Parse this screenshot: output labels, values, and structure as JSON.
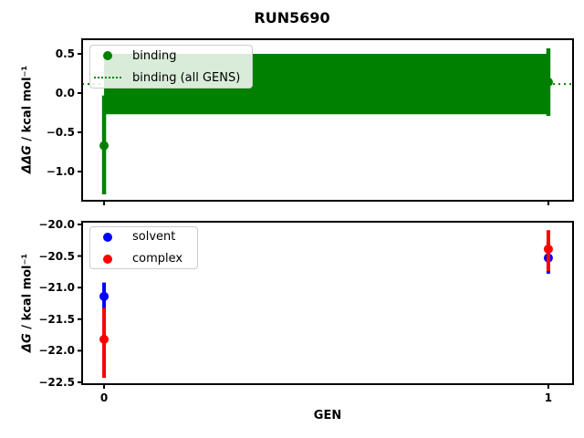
{
  "title": "RUN5690",
  "chart_data": [
    {
      "type": "scatter",
      "id": "ddg-vs-gen",
      "ylabel": "ΔΔG / kcal mol⁻¹",
      "ylabel_math": "ΔΔG",
      "ylabel_rest": " / kcal mol⁻¹",
      "ylim": [
        -1.372,
        0.686
      ],
      "xlim": [
        -0.0494,
        1.0556
      ],
      "yticks": [
        0.5,
        0.0,
        -0.5,
        -1.0
      ],
      "ytick_labels": [
        "0.5",
        "0.0",
        "−0.5",
        "−1.0"
      ],
      "xticks": [
        0,
        1
      ],
      "xtick_labels": [],
      "grid": false,
      "legend": {
        "position": "upper-left",
        "entries": [
          {
            "label": "binding",
            "marker": "dot",
            "color": "#008000"
          },
          {
            "label": "binding (all GENS)",
            "marker": "dotted-line",
            "color": "#008000"
          }
        ]
      },
      "series": [
        {
          "name": "binding",
          "type": "errorbar-scatter",
          "color": "#008000",
          "x": [
            0,
            1
          ],
          "y": [
            -0.67,
            0.14
          ],
          "err_low": [
            -1.29,
            -0.29
          ],
          "err_high": [
            -0.03,
            0.57
          ]
        },
        {
          "name": "binding (all GENS)",
          "type": "hline-band",
          "color": "#008000",
          "line_value": 0.115,
          "band": [
            -0.27,
            0.5
          ],
          "band_x": [
            0,
            1
          ]
        }
      ]
    },
    {
      "type": "scatter",
      "id": "dg-vs-gen",
      "ylabel": "ΔG / kcal mol⁻¹",
      "ylabel_math": "ΔG",
      "ylabel_rest": " / kcal mol⁻¹",
      "xlabel": "GEN",
      "ylim": [
        -22.53,
        -19.957
      ],
      "xlim": [
        -0.0494,
        1.0556
      ],
      "yticks": [
        -20.0,
        -20.5,
        -21.0,
        -21.5,
        -22.0,
        -22.5
      ],
      "ytick_labels": [
        "−20.0",
        "−20.5",
        "−21.0",
        "−21.5",
        "−22.0",
        "−22.5"
      ],
      "xticks": [
        0,
        1
      ],
      "xtick_labels": [
        "0",
        "1"
      ],
      "grid": false,
      "legend": {
        "position": "upper-left",
        "entries": [
          {
            "label": "solvent",
            "marker": "dot",
            "color": "#0000ff"
          },
          {
            "label": "complex",
            "marker": "dot",
            "color": "#ff0000"
          }
        ]
      },
      "series": [
        {
          "name": "solvent",
          "type": "errorbar-scatter",
          "color": "#0000ff",
          "x": [
            0,
            1
          ],
          "y": [
            -21.14,
            -20.53
          ],
          "err_low": [
            -21.36,
            -20.78
          ],
          "err_high": [
            -20.92,
            -20.28
          ]
        },
        {
          "name": "complex",
          "type": "errorbar-scatter",
          "color": "#ff0000",
          "x": [
            0,
            1
          ],
          "y": [
            -21.82,
            -20.39
          ],
          "err_low": [
            -22.43,
            -20.74
          ],
          "err_high": [
            -21.32,
            -20.09
          ]
        }
      ]
    }
  ]
}
